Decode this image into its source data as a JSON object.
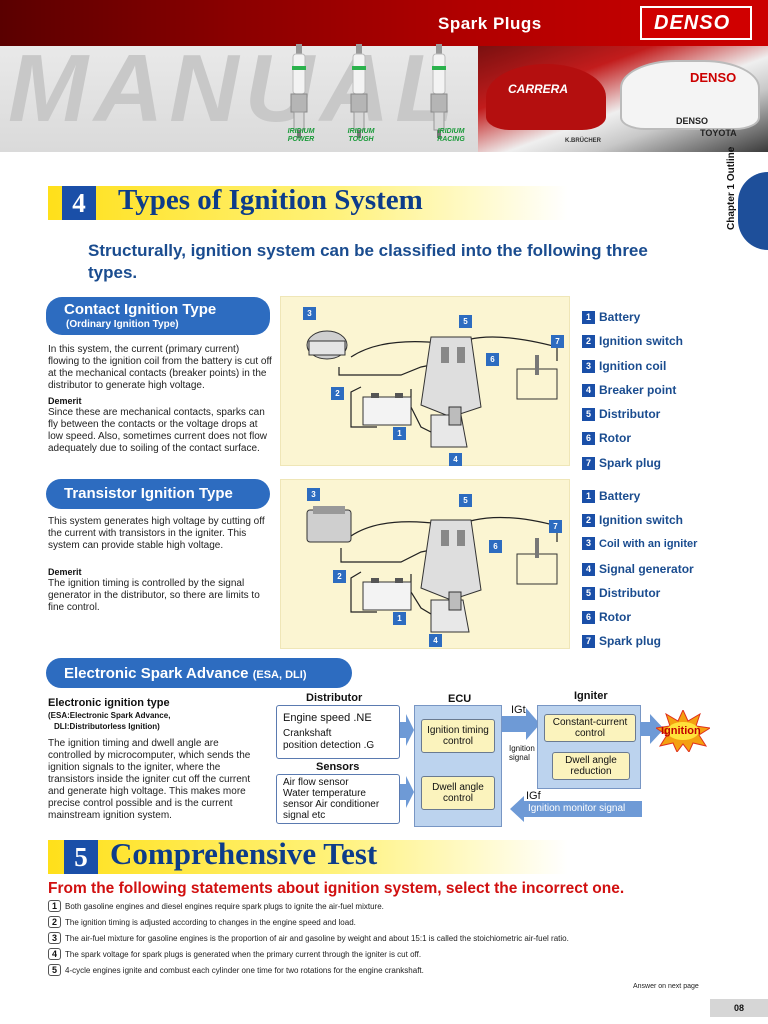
{
  "header": {
    "section_title": "Spark Plugs",
    "brand": "DENSO",
    "watermark": "MANUAL",
    "plugs": [
      {
        "line1": "IRIDIUM",
        "line2": "POWER"
      },
      {
        "line1": "IRIDIUM",
        "line2": "TOUGH"
      },
      {
        "line1": "IRIDIUM",
        "line2": "RACING"
      }
    ],
    "photo_text": {
      "car1": "CARRERA",
      "car2": "DENSO",
      "car2_b": "DENSO",
      "car2_c": "TOYOTA",
      "credit": "K.BRÜCHER"
    }
  },
  "side_tab": {
    "chapter": "Chapter 1  Outline"
  },
  "section4": {
    "number": "4",
    "title": "Types of Ignition System",
    "intro": "Structurally, ignition system can be classified into the following three types."
  },
  "contact": {
    "title": "Contact Ignition Type",
    "subtitle": "(Ordinary Ignition Type)",
    "body": "In this system, the current (primary current) flowing to the ignition coil from the battery is cut off at the mechanical contacts (breaker points) in the distributor to generate high voltage.",
    "demerit_label": "Demerit",
    "demerit": "Since these are mechanical contacts, sparks can fly between the contacts or the voltage drops at low speed. Also, sometimes current does not flow adequately due to soiling of the contact surface.",
    "legend": [
      {
        "n": "1",
        "label": "Battery"
      },
      {
        "n": "2",
        "label": "Ignition switch"
      },
      {
        "n": "3",
        "label": "Ignition coil"
      },
      {
        "n": "4",
        "label": "Breaker point"
      },
      {
        "n": "5",
        "label": "Distributor"
      },
      {
        "n": "6",
        "label": "Rotor"
      },
      {
        "n": "7",
        "label": "Spark plug"
      }
    ]
  },
  "transistor": {
    "title": "Transistor Ignition Type",
    "body": "This system generates high voltage by cutting off the current with transistors in the igniter. This system can provide stable high voltage.",
    "demerit_label": "Demerit",
    "demerit": "The ignition timing is controlled by the signal generator in the distributor, so there are limits to fine control.",
    "legend": [
      {
        "n": "1",
        "label": "Battery"
      },
      {
        "n": "2",
        "label": "Ignition switch"
      },
      {
        "n": "3",
        "label": "Coil with an igniter"
      },
      {
        "n": "4",
        "label": "Signal generator"
      },
      {
        "n": "5",
        "label": "Distributor"
      },
      {
        "n": "6",
        "label": "Rotor"
      },
      {
        "n": "7",
        "label": "Spark plug"
      }
    ]
  },
  "esa": {
    "pill_title": "Electronic Spark Advance",
    "pill_suffix": "(ESA, DLI)",
    "heading": "Electronic ignition type",
    "subheading_1": "(ESA:Electronic Spark Advance,",
    "subheading_2": "DLI:Distributorless Ignition)",
    "body": "The ignition timing and dwell angle are controlled by microcomputer, which sends the ignition signals to the igniter, where the transistors inside the igniter cut off the current and generate high voltage. This makes more precise control possible and is the current mainstream ignition system.",
    "flow": {
      "distributor_head": "Distributor",
      "ecu_head": "ECU",
      "igniter_head": "Igniter",
      "sensors_head": "Sensors",
      "dist_line1": "Engine speed .NE",
      "dist_line2": "Crankshaft",
      "dist_line3": "position detection .G",
      "sensors_lines": [
        "Air flow sensor",
        "Water temperature",
        "sensor Air conditioner",
        "signal etc"
      ],
      "ecu_box1": "Ignition timing control",
      "ecu_box2": "Dwell angle control",
      "igt_top": "IGt",
      "igt_mid": "Ignition signal",
      "igt_bottom": "IGf",
      "igniter_box1": "Constant-current control",
      "igniter_box2": "Dwell angle reduction",
      "ignition_badge": "Ignition",
      "monitor": "Ignition monitor signal"
    }
  },
  "section5": {
    "number": "5",
    "title": "Comprehensive Test",
    "question": "From the following statements about ignition system, select the incorrect one.",
    "options": [
      {
        "n": "1",
        "text": "Both gasoline engines and diesel engines require spark plugs to ignite the air-fuel mixture."
      },
      {
        "n": "2",
        "text": "The ignition timing is adjusted according to changes in the engine speed and load."
      },
      {
        "n": "3",
        "text": "The air-fuel mixture for gasoline engines is the proportion of air and gasoline by weight and about 15:1 is called the stoichiometric air-fuel ratio."
      },
      {
        "n": "4",
        "text": "The spark voltage for spark plugs is generated when the primary current through the igniter is cut off."
      },
      {
        "n": "5",
        "text": "4-cycle engines ignite and combust each cylinder one time for two rotations for the engine crankshaft."
      }
    ]
  },
  "footer": {
    "answer_note": "Answer on next page",
    "page": "08"
  },
  "colors": {
    "brand_red": "#cc0000",
    "heading_blue": "#0d3c8a",
    "accent_yellow": "#ffe01a",
    "pill_blue": "#2d6cc0",
    "question_red": "#d11010"
  }
}
